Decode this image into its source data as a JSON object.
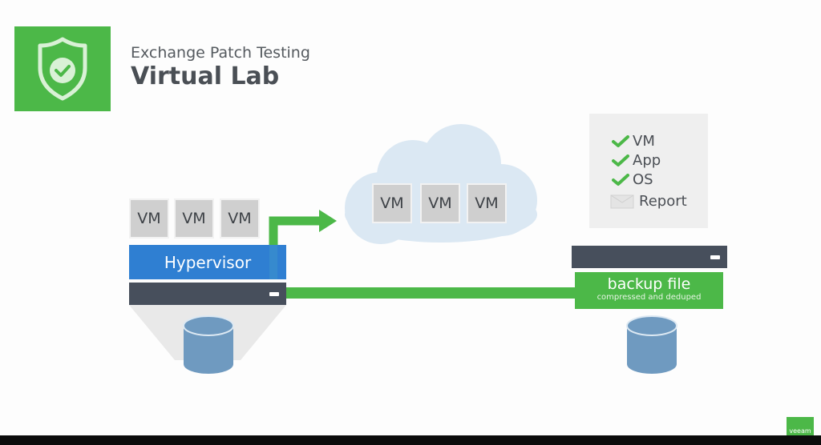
{
  "header": {
    "subtitle": "Exchange Patch Testing",
    "title": "Virtual Lab",
    "logo_icon": "shield-check-icon"
  },
  "production": {
    "vms": [
      "VM",
      "VM",
      "VM"
    ],
    "hypervisor_label": "Hypervisor",
    "server_indicator": "minus-icon",
    "storage_icon": "database-icon"
  },
  "cloud": {
    "vms": [
      "VM",
      "VM",
      "VM"
    ],
    "icon": "cloud-icon"
  },
  "checklist": {
    "items": [
      {
        "label": "VM",
        "icon": "check-icon"
      },
      {
        "label": "App",
        "icon": "check-icon"
      },
      {
        "label": "OS",
        "icon": "check-icon"
      },
      {
        "label": "Report",
        "icon": "envelope-icon"
      }
    ]
  },
  "backup": {
    "label": "backup file",
    "sublabel": "compressed and deduped",
    "server_indicator": "minus-icon",
    "storage_icon": "database-icon"
  },
  "footer": {
    "brand": "veeam"
  },
  "colors": {
    "green": "#4cb848",
    "blue": "#2f7fd2",
    "dark": "#474f5c",
    "cloud": "#dbe8f3",
    "cylinder": "#6f9ac0"
  }
}
